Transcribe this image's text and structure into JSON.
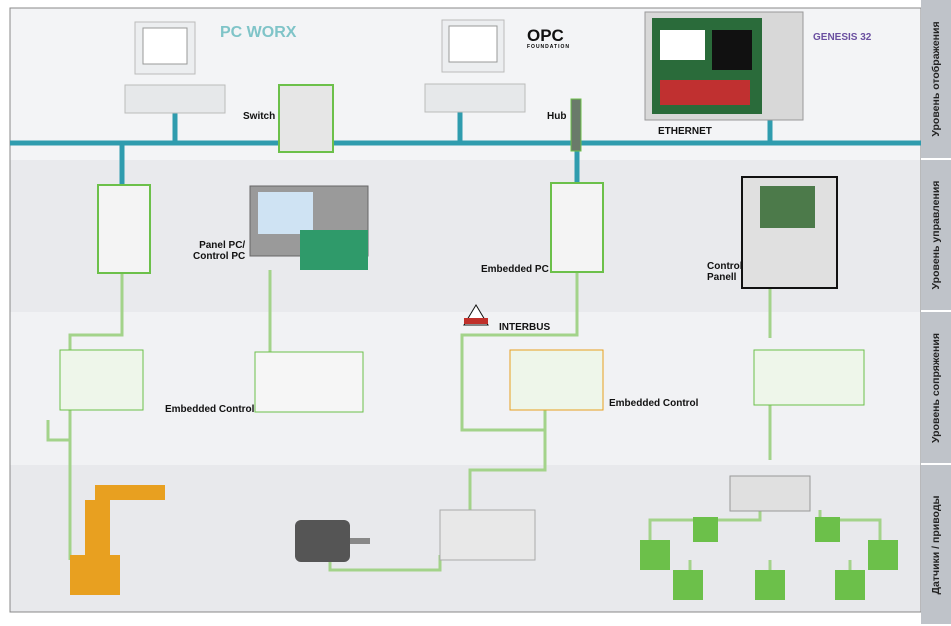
{
  "levels": [
    {
      "label": "Уровень отображения"
    },
    {
      "label": "Уровень управления"
    },
    {
      "label": "Уровень сопряжения"
    },
    {
      "label": "Датчики / приводы"
    }
  ],
  "labels": {
    "switch": "Switch",
    "hub": "Hub",
    "ethernet": "ETHERNET",
    "panel_pc": "Panel PC/\nControl PC",
    "embedded_pc": "Embedded PC",
    "control_panel": "Control\nPanell",
    "interbus": "INTERBUS",
    "embedded_control_1": "Embedded Control",
    "embedded_control_2": "Embedded Control"
  },
  "logos": {
    "pcworx": "PC WORX",
    "opc": "OPC",
    "opc_sub": "FOUNDATION",
    "genesis": "GENESIS 32"
  },
  "colors": {
    "ethernet": "#2f9cae",
    "fieldbus": "#a3d38a",
    "device_green": "#6cc04a",
    "robot": "#e8a020"
  }
}
